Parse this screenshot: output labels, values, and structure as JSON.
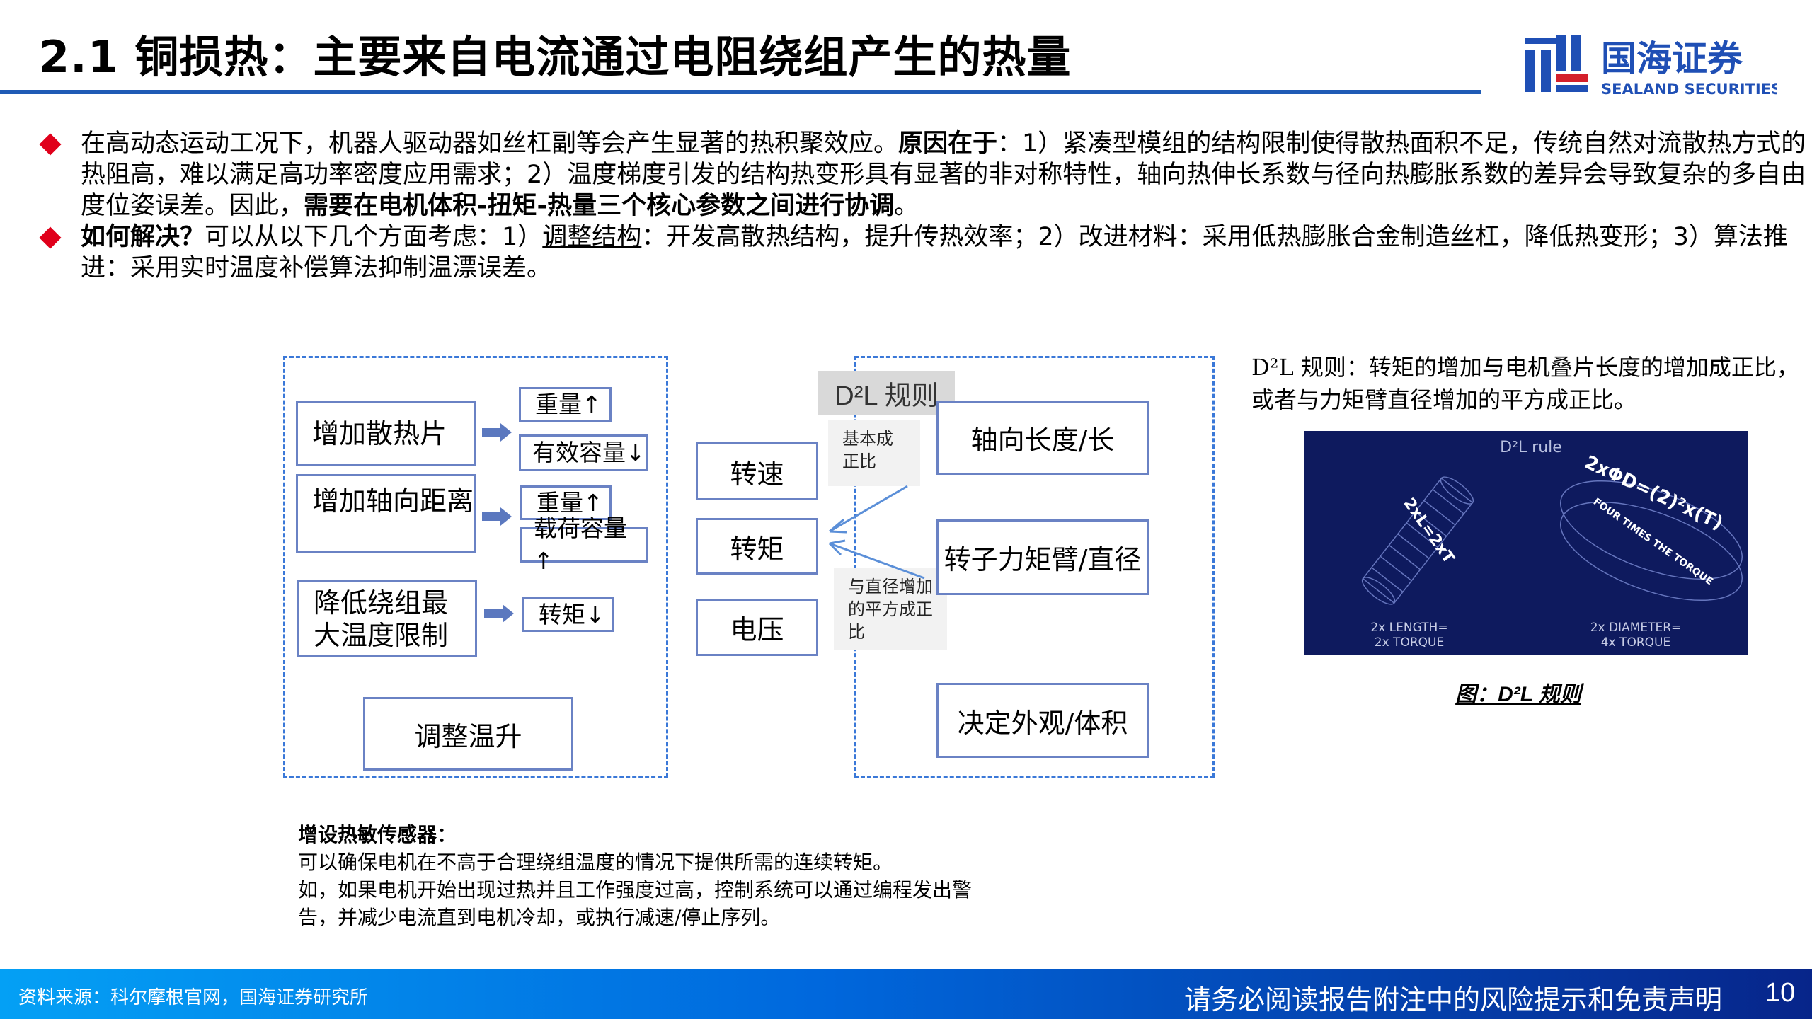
{
  "header": {
    "title": "2.1 铜损热：主要来自电流通过电阻绕组产生的热量",
    "logo_cn": "国海证券",
    "logo_en": "SEALAND SECURITIES",
    "accent": "#1f5bb5"
  },
  "bullets": [
    {
      "parts": [
        {
          "t": "在高动态运动工况下，机器人驱动器如丝杠副等会产生显著的热积聚效应。"
        },
        {
          "t": "原因在于",
          "b": true
        },
        {
          "t": "：1）紧凑型模组的结构限制使得散热面积不足，传统自然对流散热方式的热阻高，难以满足高功率密度应用需求；2）温度梯度引发的结构热变形具有显著的非对称特性，轴向热伸长系数与径向热膨胀系数的差异会导致复杂的多自由度位姿误差。因此，"
        },
        {
          "t": "需要在电机体积-扭矩-热量三个核心参数之间进行协调",
          "b": true
        },
        {
          "t": "。"
        }
      ]
    },
    {
      "parts": [
        {
          "t": "如何解决？",
          "b": true
        },
        {
          "t": "可以从以下几个方面考虑：1）"
        },
        {
          "t": "调整结构",
          "u": true
        },
        {
          "t": "：开发高散热结构，提升传热效率；2）改进材料：采用低热膨胀合金制造丝杠，降低热变形；3）算法推进：采用实时温度补偿算法抑制温漂误差。"
        }
      ]
    }
  ],
  "left_diagram": {
    "causes": [
      "增加散热片",
      "增加轴向距离",
      "降低绕组最大温度限制"
    ],
    "effects": [
      "重量↑",
      "有效容量↓",
      "重量↑",
      "载荷容量↑",
      "转矩↓"
    ],
    "bottom": "调整温升"
  },
  "middle": [
    "转速",
    "转矩",
    "电压"
  ],
  "right_diagram": {
    "rule_label": "D²L 规则",
    "note1": "基本成正比",
    "note2": "与直径增加的平方成正比",
    "boxes": [
      "轴向长度/长",
      "转子力矩臂/直径",
      "决定外观/体积"
    ]
  },
  "d2l_text": "D²L 规则：转矩的增加与电机叠片长度的增加成正比，或者与力矩臂直径增加的平方成正比。",
  "figure": {
    "title": "D²L rule",
    "cyl_text": "2xL=2xT",
    "ring_text": "2xΦD=(2)²x(T)",
    "ring_sub": "FOUR TIMES THE TORQUE",
    "left_caption1": "2x LENGTH=",
    "left_caption2": "2x TORQUE",
    "right_caption1": "2x DIAMETER=",
    "right_caption2": "4x TORQUE",
    "caption": "图：D²L 规则"
  },
  "notes": {
    "heading": "增设热敏传感器：",
    "lines": [
      "可以确保电机在不高于合理绕组温度的情况下提供所需的连续转矩。",
      "如，如果电机开始出现过热并且工作强度过高，控制系统可以通过编程发出警",
      "告，并减少电流直到电机冷却，或执行减速/停止序列。"
    ]
  },
  "footer": {
    "source": "资料来源：科尔摩根官网，国海证券研究所",
    "disclaimer": "请务必阅读报告附注中的风险提示和免责声明",
    "page": "10"
  }
}
